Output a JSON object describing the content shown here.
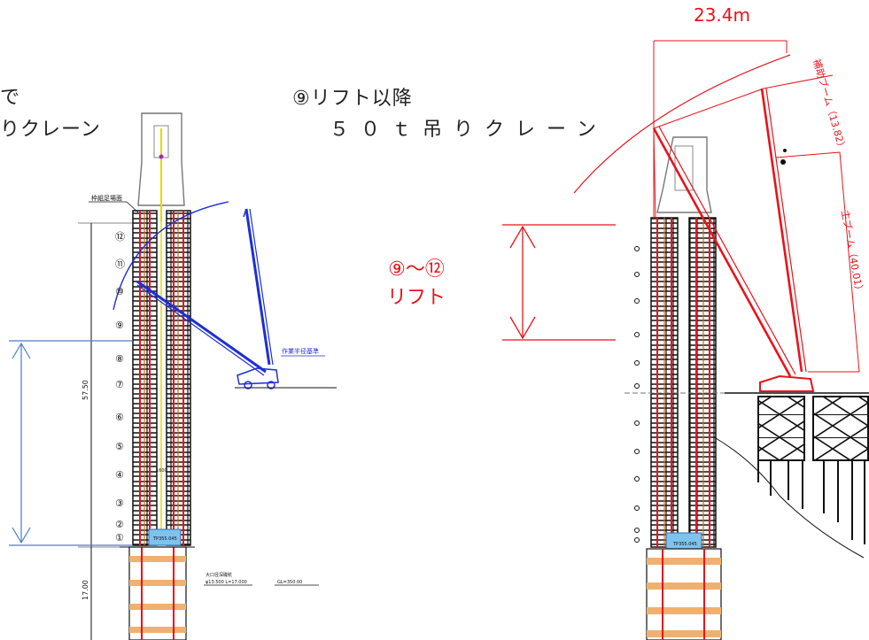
{
  "left_caption": {
    "line1": "で",
    "line2": "りクレーン"
  },
  "right_caption": {
    "line1": "⑨リフト以降",
    "line2": "５０ｔ吊りクレーン"
  },
  "lift_label": {
    "line1": "⑨〜⑫",
    "line2": "リフト"
  },
  "radius_label": "23.4m",
  "left_drawing": {
    "top_label": "枠組足場面",
    "crane_label": "作業半径基準",
    "height_dim": "57.50",
    "pile_dim": "17.00",
    "lift_numbers": [
      "⑫",
      "⑪",
      "⑩",
      "⑨",
      "⑧",
      "⑦",
      "⑥",
      "⑤",
      "④",
      "③",
      "②",
      "①"
    ],
    "pile_note_1": "大口径深礎杭",
    "pile_note_2": "φ13.500 L=17.000",
    "ground_level": "GL=350.00",
    "base_text": "TP355.045",
    "mid_text": "1600"
  },
  "right_drawing": {
    "aux_boom_label": "補助ブーム（13.82）",
    "main_boom_label": "主ブーム（40.01）",
    "base_text": "TP355.045"
  },
  "colors": {
    "red": "#e8131b",
    "blue": "#1d2fd6",
    "ref_blue": "#4a7cc8",
    "black": "#111111"
  }
}
